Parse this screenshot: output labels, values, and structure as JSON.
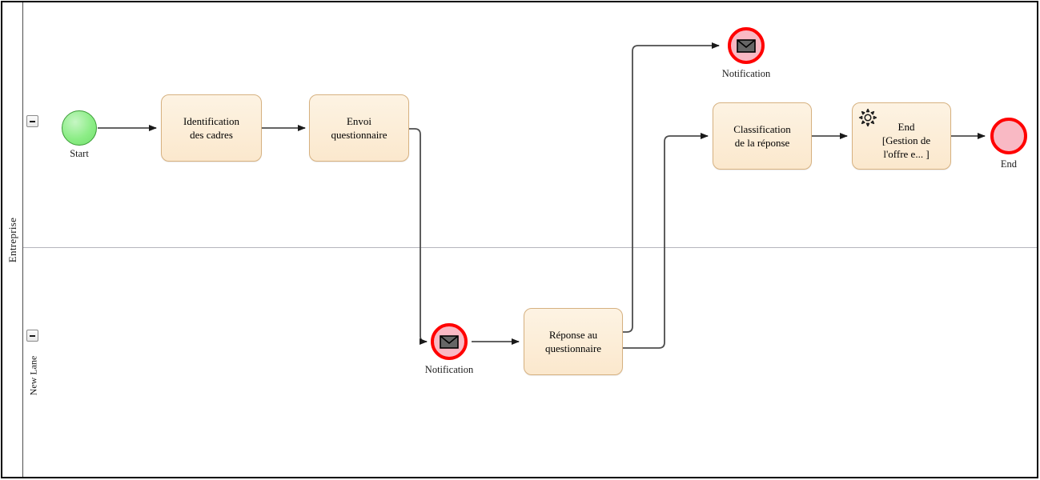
{
  "diagram": {
    "type": "bpmn-process-diagram",
    "pool": {
      "name": "Entreprise"
    },
    "lanes": [
      {
        "id": "lane-entreprise",
        "name": "Entreprise",
        "collapse_label": "collapse"
      },
      {
        "id": "lane-new",
        "name": "New Lane",
        "collapse_label": "collapse"
      }
    ],
    "events": [
      {
        "id": "start",
        "kind": "start-event",
        "label": "Start",
        "fill": "#8ced86",
        "stroke": "#3a9b36"
      },
      {
        "id": "notif-top",
        "kind": "message-end-event",
        "label": "Notification",
        "fill": "#f9b9c4",
        "stroke": "#ff0000",
        "icon": "envelope-icon"
      },
      {
        "id": "notif-bottom",
        "kind": "message-end-event",
        "label": "Notification",
        "fill": "#f9b9c4",
        "stroke": "#ff0000",
        "icon": "envelope-icon"
      },
      {
        "id": "end",
        "kind": "end-event",
        "label": "End",
        "fill": "#f9b9c4",
        "stroke": "#ff0000"
      }
    ],
    "tasks": [
      {
        "id": "task-identification",
        "label": "Identification\ndes cadres",
        "lane": "Entreprise"
      },
      {
        "id": "task-envoi",
        "label": "Envoi\nquestionnaire",
        "lane": "Entreprise"
      },
      {
        "id": "task-reponse",
        "label": "Réponse au\nquestionnaire",
        "lane": "New Lane"
      },
      {
        "id": "task-classification",
        "label": "Classification\nde la réponse",
        "lane": "Entreprise"
      },
      {
        "id": "task-end-call",
        "label": "End\n[Gestion de\nl'offre e... ]",
        "lane": "Entreprise",
        "icon": "gear-icon"
      }
    ],
    "colors": {
      "task_fill": "#fbe8cd",
      "task_stroke": "#d6b180",
      "start_fill": "#8ced86",
      "end_fill": "#f9b9c4",
      "end_stroke": "#ff0000",
      "connector": "#4d4d4d",
      "pool_border": "#000000",
      "lane_divider": "#b5b5bd"
    }
  }
}
